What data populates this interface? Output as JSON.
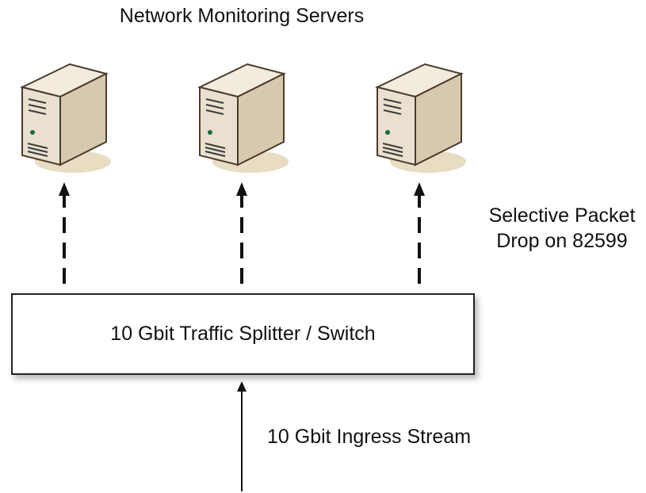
{
  "diagram": {
    "title": "Network Monitoring Servers",
    "switch_label": "10 Gbit Traffic Splitter / Switch",
    "ingress_label": "10 Gbit Ingress Stream",
    "drop_note": {
      "line1": "Selective Packet",
      "line2": "Drop on 82599"
    },
    "servers": [
      {
        "icon": "server-tower-icon"
      },
      {
        "icon": "server-tower-icon"
      },
      {
        "icon": "server-tower-icon"
      }
    ],
    "colors": {
      "server_body": "#e9e0cf",
      "server_side": "#d7c9ae",
      "server_top": "#f2ebde",
      "server_shadow": "#e8dcc2",
      "server_led": "#1d6b3d",
      "line": "#111111"
    }
  }
}
